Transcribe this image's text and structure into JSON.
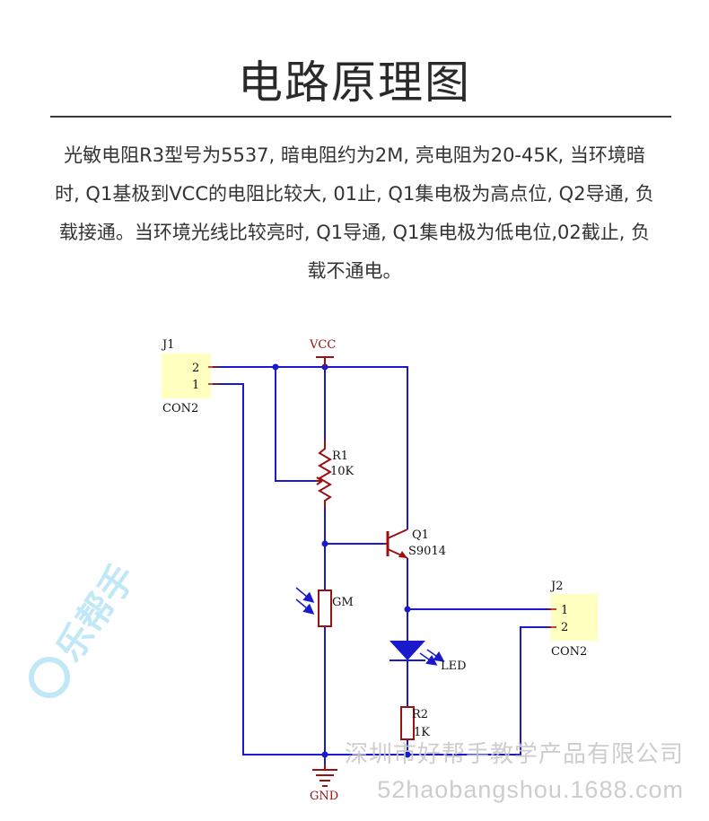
{
  "header": {
    "title": "电路原理图",
    "description": "光敏电阻R3型号为5537, 暗电阻约为2M, 亮电阻为20-45K, 当环境暗时, Q1基极到VCC的电阻比较大, 01止, Q1集电极为高点位, Q2导通, 负载接通。当环境光线比较亮时, Q1导通, Q1集电极为低电位,02截止, 负载不通电。"
  },
  "schematic": {
    "colors": {
      "wire": "#1a1acc",
      "component": "#991111",
      "connector_fill": "#ffffc0",
      "text": "#111111"
    },
    "j1": {
      "ref": "J1",
      "pin2": "2",
      "pin1": "1",
      "value": "CON2"
    },
    "j2": {
      "ref": "J2",
      "pin1": "1",
      "pin2": "2",
      "value": "CON2"
    },
    "vcc": "VCC",
    "gnd": "GND",
    "r1": {
      "ref": "R1",
      "value": "10K"
    },
    "q1": {
      "ref": "Q1",
      "value": "S9014"
    },
    "gm": {
      "label": "GM"
    },
    "led": {
      "label": "LED"
    },
    "r2": {
      "ref": "R2",
      "value": "1K"
    }
  },
  "watermark": {
    "text": "深圳市好帮手教学产品有限公司",
    "url": "52haobangshou.1688.com",
    "logo_text": "乐帮手"
  }
}
